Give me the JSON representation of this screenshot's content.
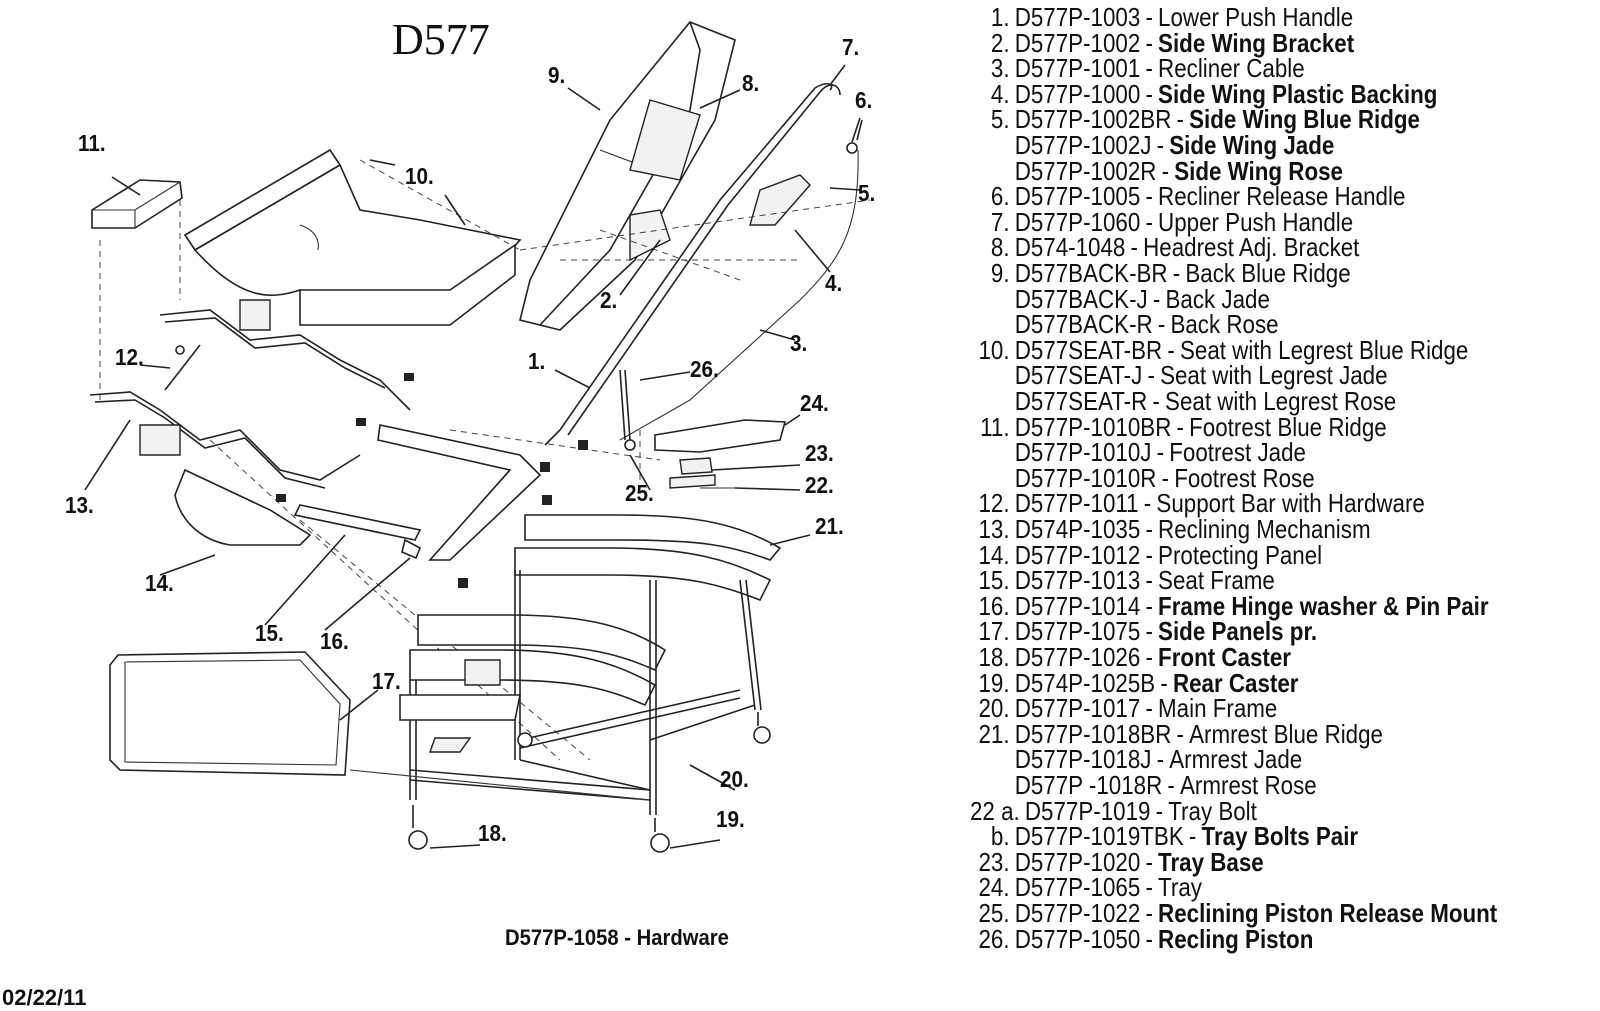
{
  "diagram": {
    "model": "D577",
    "hardware_note": "D577P-1058 - Hardware",
    "date": "02/22/11",
    "callouts": [
      "1.",
      "2.",
      "3.",
      "4.",
      "5.",
      "6.",
      "7.",
      "8.",
      "9.",
      "10.",
      "11.",
      "12.",
      "13.",
      "14.",
      "15.",
      "16.",
      "17.",
      "18.",
      "19.",
      "20.",
      "21.",
      "22.",
      "23.",
      "24.",
      "25.",
      "26."
    ]
  },
  "parts": [
    {
      "num": "1.",
      "code": "D577P-1003",
      "desc": "Lower Push Handle"
    },
    {
      "num": "2.",
      "code": "D577P-1002",
      "desc": "Side Wing Bracket"
    },
    {
      "num": "3.",
      "code": "D577P-1001",
      "desc": "Recliner Cable"
    },
    {
      "num": "4.",
      "code": "D577P-1000",
      "desc": "Side Wing Plastic Backing"
    },
    {
      "num": "5.",
      "code": "D577P-1002BR",
      "desc": "Side Wing Blue Ridge"
    },
    {
      "num": "",
      "code": "D577P-1002J",
      "desc": "Side Wing Jade"
    },
    {
      "num": "",
      "code": "D577P-1002R",
      "desc": "Side Wing Rose"
    },
    {
      "num": "6.",
      "code": "D577P-1005",
      "desc": "Recliner Release Handle"
    },
    {
      "num": "7.",
      "code": "D577P-1060",
      "desc": "Upper Push Handle"
    },
    {
      "num": "8.",
      "code": "D574-1048",
      "desc": "Headrest Adj. Bracket"
    },
    {
      "num": "9.",
      "code": "D577BACK-BR",
      "desc": "Back Blue Ridge"
    },
    {
      "num": "",
      "code": "D577BACK-J",
      "desc": "Back Jade"
    },
    {
      "num": "",
      "code": "D577BACK-R",
      "desc": "Back Rose"
    },
    {
      "num": "10.",
      "code": "D577SEAT-BR",
      "desc": "Seat with Legrest Blue Ridge"
    },
    {
      "num": "",
      "code": "D577SEAT-J",
      "desc": "Seat with Legrest Jade"
    },
    {
      "num": "",
      "code": "D577SEAT-R",
      "desc": "Seat with Legrest Rose"
    },
    {
      "num": "11.",
      "code": "D577P-1010BR",
      "desc": "Footrest Blue Ridge"
    },
    {
      "num": "",
      "code": "D577P-1010J",
      "desc": "Footrest Jade"
    },
    {
      "num": "",
      "code": "D577P-1010R",
      "desc": "Footrest Rose"
    },
    {
      "num": "12.",
      "code": "D577P-1011",
      "desc": "Support Bar with Hardware"
    },
    {
      "num": "13.",
      "code": "D574P-1035",
      "desc": "Reclining Mechanism"
    },
    {
      "num": "14.",
      "code": "D577P-1012",
      "desc": "Protecting Panel"
    },
    {
      "num": "15.",
      "code": "D577P-1013",
      "desc": "Seat Frame"
    },
    {
      "num": "16.",
      "code": "D577P-1014",
      "desc": "Frame Hinge washer & Pin Pair"
    },
    {
      "num": "17.",
      "code": "D577P-1075",
      "desc": "Side Panels pr."
    },
    {
      "num": "18.",
      "code": "D577P-1026",
      "desc": "Front Caster"
    },
    {
      "num": "19.",
      "code": "D574P-1025B",
      "desc": "Rear Caster"
    },
    {
      "num": "20.",
      "code": "D577P-1017",
      "desc": "Main Frame"
    },
    {
      "num": "21.",
      "code": "D577P-1018BR",
      "desc": "Armrest Blue Ridge"
    },
    {
      "num": "",
      "code": "D577P-1018J",
      "desc": "Armrest Jade"
    },
    {
      "num": "",
      "code": "D577P -1018R",
      "desc": "Armrest Rose"
    },
    {
      "num": "22 a.",
      "code": "D577P-1019",
      "desc": "Tray Bolt"
    },
    {
      "num": "b.",
      "code": "D577P-1019TBK",
      "desc": "Tray Bolts  Pair"
    },
    {
      "num": "23.",
      "code": "D577P-1020",
      "desc": "Tray Base"
    },
    {
      "num": "24.",
      "code": "D577P-1065",
      "desc": "Tray"
    },
    {
      "num": "25.",
      "code": "D577P-1022",
      "desc": "Reclining Piston Release Mount"
    },
    {
      "num": "26.",
      "code": "D577P-1050",
      "desc": "Recling Piston"
    }
  ]
}
